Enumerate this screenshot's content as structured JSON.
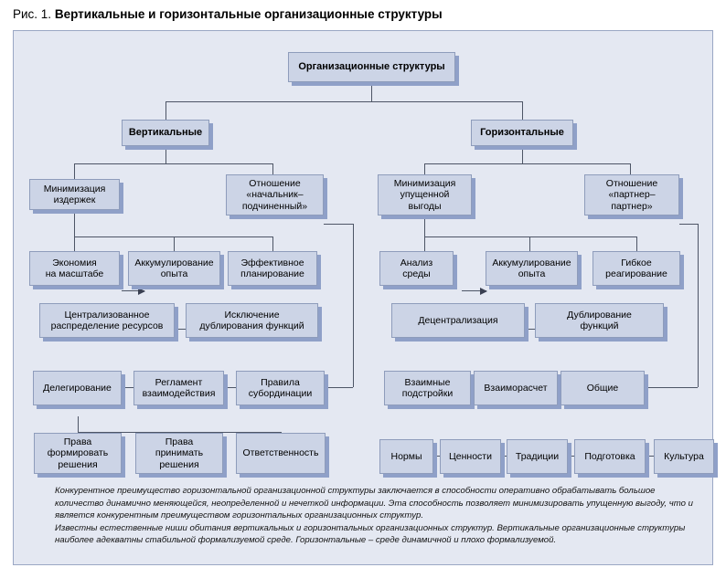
{
  "figure": {
    "number": "Рис. 1.",
    "title": "Вертикальные и горизонтальные организационные структуры"
  },
  "colors": {
    "panel_bg": "#e4e8f2",
    "box_fill": "#ccd4e6",
    "box_border": "#8e9cbb",
    "box_shadow": "#8fa0c8",
    "connector": "#4d5566"
  },
  "nodes": {
    "root": "Организационные структуры",
    "vertical": "Вертикальные",
    "horizontal": "Горизонтальные",
    "v_cost": "Минимизация\nиздержек",
    "v_relation": "Отношение\n«начальник–\nподчиненный»",
    "v_scale": "Экономия\nна масштабе",
    "v_accum": "Аккумулирование\nопыта",
    "v_plan": "Эффективное\nпланирование",
    "v_central": "Централизованное\nраспределение ресурсов",
    "v_exclude": "Исключение\nдублирования функций",
    "v_deleg": "Делегирование",
    "v_reglament": "Регламент\nвзаимодействия",
    "v_subord": "Правила\nсубординации",
    "v_rights_form": "Права\nформировать\nрешения",
    "v_rights_take": "Права\nпринимать\nрешения",
    "v_respons": "Ответственность",
    "h_lost": "Минимизация\nупущенной\nвыгоды",
    "h_relation": "Отношение\n«партнер–\nпартнер»",
    "h_analysis": "Анализ\nсреды",
    "h_accum": "Аккумулирование\nопыта",
    "h_flex": "Гибкое\nреагирование",
    "h_decentral": "Децентрализация",
    "h_dupl": "Дублирование\nфункций",
    "h_mutual": "Взаимные\nподстройки",
    "h_settle": "Взаиморасчет",
    "h_common": "Общие",
    "h_norms": "Нормы",
    "h_values": "Ценности",
    "h_traditions": "Традиции",
    "h_training": "Подготовка",
    "h_culture": "Культура"
  },
  "note": {
    "p1": "Конкурентное преимущество горизонтальной организационной структуры заключается в способности оперативно обрабатывать большое количество динамично меняющейся, неопределенной и нечеткой информации. Эта способность позволяет минимизировать упущенную выгоду, что и является конкурентным преимуществом горизонтальных организационных структур.",
    "p2": "Известны естественные ниши обитания вертикальных и горизонтальных организационных структур. Вертикальные организационные структуры наиболее адекватны стабильной формализуемой среде. Горизонтальные – среде динамичной и плохо формализуемой."
  }
}
